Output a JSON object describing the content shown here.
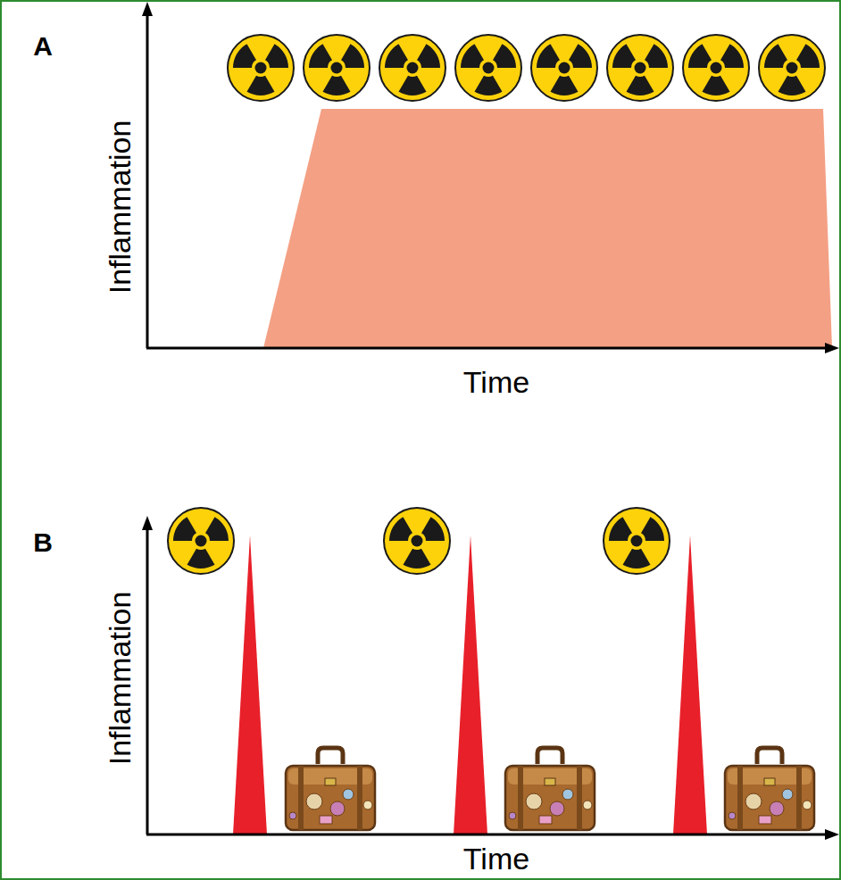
{
  "diagram": {
    "labels": [
      "A",
      "Inflammation",
      "Time",
      "B",
      "Inflammation",
      "Time"
    ]
  }
}
